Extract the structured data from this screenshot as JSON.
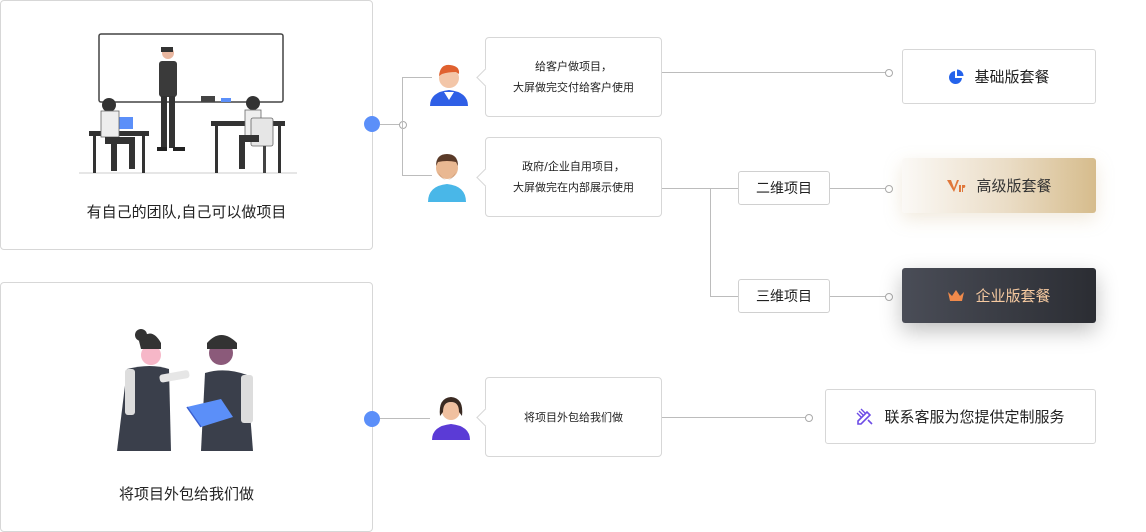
{
  "scenarios": [
    {
      "caption": "有自己的团队,自己可以做项目"
    },
    {
      "caption": "将项目外包给我们做"
    }
  ],
  "bubbles": {
    "customer": {
      "line1": "给客户做项目，",
      "line2": "大屏做完交付给客户使用"
    },
    "internal": {
      "line1": "政府/企业自用项目，",
      "line2": "大屏做完在内部展示使用"
    },
    "outsource": {
      "line1": "将项目外包给我们做"
    }
  },
  "labels": {
    "two_d": "二维项目",
    "three_d": "三维项目"
  },
  "plans": {
    "basic": {
      "label": "基础版套餐",
      "icon": "pie-chart-icon",
      "color": "#2563eb"
    },
    "advanced": {
      "label": "高级版套餐",
      "icon": "vip-icon",
      "color": "#e0773a"
    },
    "enterprise": {
      "label": "企业版套餐",
      "icon": "crown-icon",
      "color": "#f08a4b"
    },
    "custom": {
      "label": "联系客服为您提供定制服务",
      "icon": "pencil-ruler-icon",
      "color": "#6d4ce6"
    }
  }
}
